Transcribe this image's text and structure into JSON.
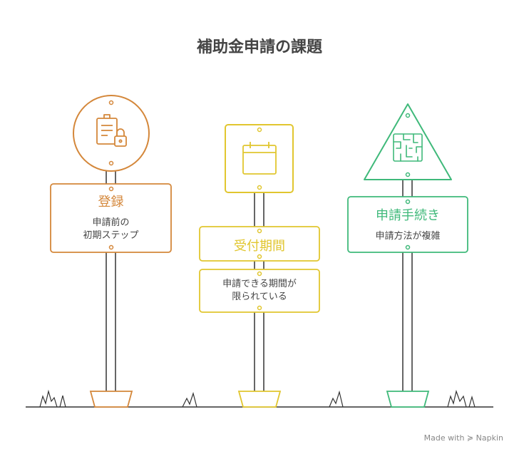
{
  "title": "補助金申請の課題",
  "colors": {
    "orange": "#d4873a",
    "yellow": "#e1c62f",
    "green": "#3fb97a",
    "dark": "#333333"
  },
  "signs": [
    {
      "label": "登録",
      "description_lines": [
        "申請前の",
        "初期ステップ"
      ],
      "icon": "clipboard-lock-icon",
      "shape": "circle",
      "color": "#d4873a"
    },
    {
      "label": "受付期間",
      "description_lines": [
        "申請できる期間が",
        "限られている"
      ],
      "icon": "calendar-icon",
      "shape": "square",
      "color": "#e1c62f"
    },
    {
      "label": "申請手続き",
      "description_lines": [
        "申請方法が複雑"
      ],
      "icon": "maze-icon",
      "shape": "triangle",
      "color": "#3fb97a"
    }
  ],
  "footer": "Made with  ≽ Napkin"
}
